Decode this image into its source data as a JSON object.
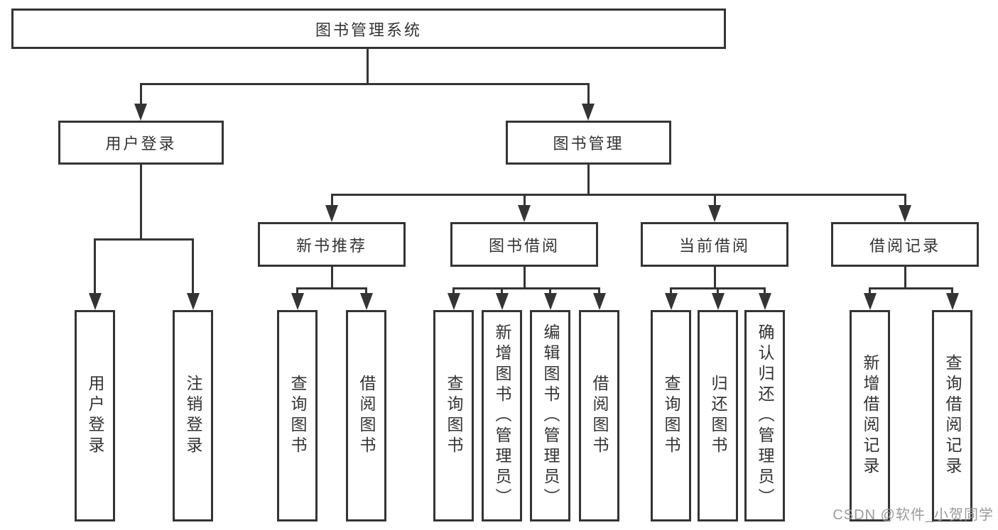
{
  "tree": {
    "root": {
      "label": "图书管理系统"
    },
    "level2": [
      {
        "label": "用户登录"
      },
      {
        "label": "图书管理"
      }
    ],
    "level3": [
      {
        "label": "新书推荐",
        "parent": "图书管理"
      },
      {
        "label": "图书借阅",
        "parent": "图书管理"
      },
      {
        "label": "当前借阅",
        "parent": "图书管理"
      },
      {
        "label": "借阅记录",
        "parent": "图书管理"
      }
    ],
    "leaves": [
      {
        "label": "用户登录",
        "parent": "用户登录"
      },
      {
        "label": "注销登录",
        "parent": "用户登录"
      },
      {
        "label": "查询图书",
        "parent": "新书推荐"
      },
      {
        "label": "借阅图书",
        "parent": "新书推荐"
      },
      {
        "label": "查询图书",
        "parent": "图书借阅"
      },
      {
        "label": "新增图书（管理员）",
        "parent": "图书借阅"
      },
      {
        "label": "编辑图书（管理员）",
        "parent": "图书借阅"
      },
      {
        "label": "借阅图书",
        "parent": "图书借阅"
      },
      {
        "label": "查询图书",
        "parent": "当前借阅"
      },
      {
        "label": "归还图书",
        "parent": "当前借阅"
      },
      {
        "label": "确认归还（管理员）",
        "parent": "当前借阅"
      },
      {
        "label": "新增借阅记录",
        "parent": "借阅记录"
      },
      {
        "label": "查询借阅记录",
        "parent": "借阅记录"
      }
    ]
  },
  "watermark": {
    "text": "CSDN @软件_小贺同学"
  },
  "colors": {
    "line": "#343434",
    "text": "#333333",
    "watermark": "#9b9b9b",
    "background": "#ffffff"
  }
}
